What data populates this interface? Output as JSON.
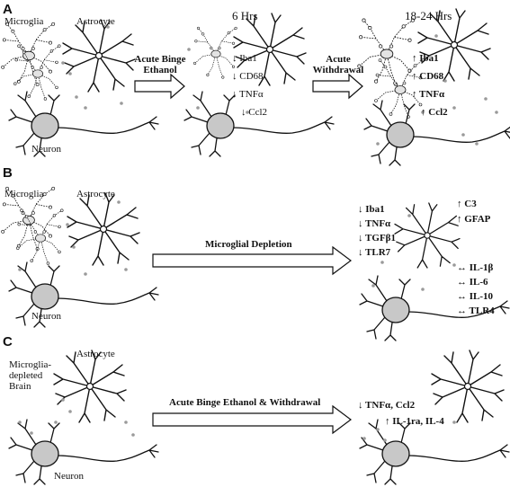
{
  "panels": [
    {
      "letter": "A",
      "cell_labels": {
        "microglia": "Microglia",
        "astrocyte": "Astrocyte",
        "neuron": "Neuron"
      },
      "timepoints": [
        "6 Hrs",
        "18-24 Hrs"
      ],
      "arrows": [
        {
          "lines": [
            "Acute Binge",
            "Ethanol"
          ]
        },
        {
          "lines": [
            "Acute",
            "Withdrawal"
          ]
        }
      ],
      "markers_6h": [
        "↓ Iba1",
        "↓ CD68",
        "↓ TNFα",
        "↓ Ccl2"
      ],
      "markers_18_24h": [
        "↑ Iba1",
        "↑ CD68",
        "↑ TNFα",
        "↑ Ccl2"
      ]
    },
    {
      "letter": "B",
      "cell_labels": {
        "microglia": "Microglia",
        "astrocyte": "Astrocyte",
        "neuron": "Neuron"
      },
      "arrow": "Microglial Depletion",
      "markers_down": [
        "↓ Iba1",
        "↓ TNFα",
        "↓ TGFβ1",
        "↓ TLR7"
      ],
      "markers_up": [
        "↑ C3",
        "↑ GFAP"
      ],
      "markers_unchanged": [
        "↔ IL-1β",
        "↔ IL-6",
        "↔ IL-10",
        "↔ TLR4"
      ]
    },
    {
      "letter": "C",
      "cell_labels": {
        "brain": [
          "Microglia-",
          "depleted",
          "Brain"
        ],
        "astrocyte": "Astrocyte",
        "neuron": "Neuron"
      },
      "arrow": "Acute Binge Ethanol  & Withdrawal",
      "markers": [
        "↓ TNFα, Ccl2",
        "↑ IL-1ra, IL-4"
      ]
    }
  ],
  "colors": {
    "ink": "#111111",
    "neuron_fill": "#c8c8c8",
    "dot": "#9a9a9a"
  }
}
